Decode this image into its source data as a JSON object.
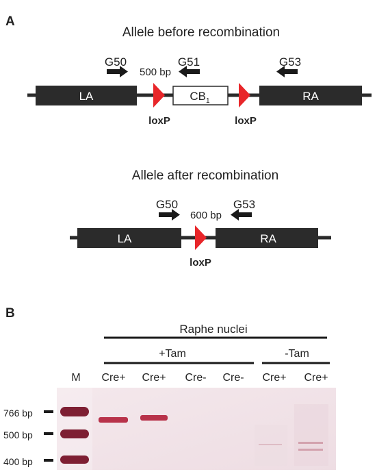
{
  "panel_a": {
    "label": "A",
    "before": {
      "title": "Allele before recombination",
      "primers": [
        "G50",
        "G51",
        "G53"
      ],
      "product_size": "500 bp",
      "left_arm": "LA",
      "right_arm": "RA",
      "cassette": "CB",
      "cassette_sub": "1",
      "loxp_left": "loxP",
      "loxp_right": "loxP"
    },
    "after": {
      "title": "Allele after recombination",
      "primers": [
        "G50",
        "G53"
      ],
      "product_size": "600 bp",
      "left_arm": "LA",
      "right_arm": "RA",
      "loxp": "loxP"
    }
  },
  "panel_b": {
    "label": "B",
    "group_title": "Raphe nuclei",
    "treatment_plus": "+Tam",
    "treatment_minus": "-Tam",
    "lanes": [
      "M",
      "Cre+",
      "Cre+",
      "Cre-",
      "Cre-",
      "Cre+",
      "Cre+"
    ],
    "markers": [
      "766 bp",
      "500 bp",
      "400 bp"
    ]
  },
  "colors": {
    "arm_fill": "#2b2b2b",
    "loxp_red": "#e8262a",
    "gel_bg": "#f2e4e8",
    "band": "#b8324a",
    "marker_band": "#7e1f33"
  }
}
